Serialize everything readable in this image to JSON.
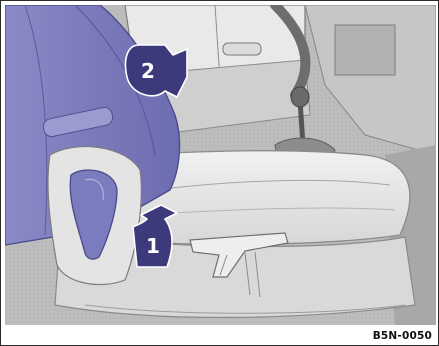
{
  "illustration": {
    "callouts": [
      {
        "label": "1",
        "arrow_icon": "curved-arrow-up"
      },
      {
        "label": "2",
        "arrow_icon": "curved-arrow-left"
      }
    ],
    "figure_code": "B5N-0050",
    "colors": {
      "highlight": "#7373b8",
      "callout_fill": "#3d3a7c",
      "background": "#b9b9b9"
    }
  }
}
